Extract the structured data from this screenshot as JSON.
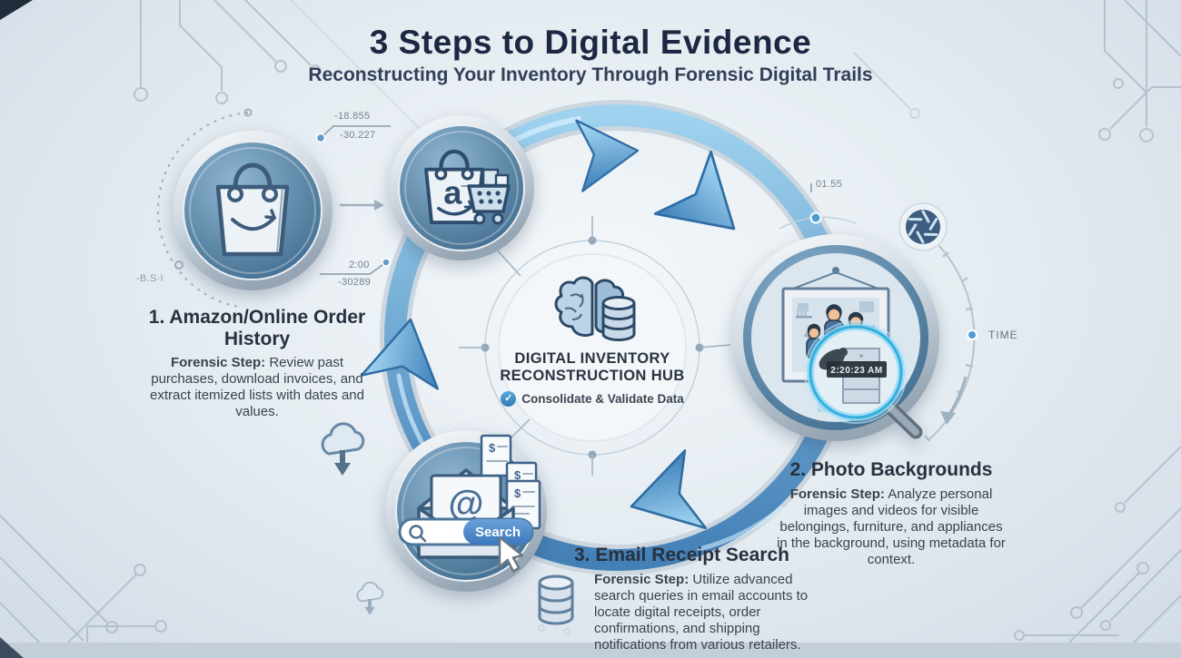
{
  "header": {
    "title": "3 Steps to Digital Evidence",
    "subtitle": "Reconstructing Your Inventory Through Forensic Digital Trails"
  },
  "hub": {
    "name_line1": "DIGITAL INVENTORY",
    "name_line2": "RECONSTRUCTION HUB",
    "check_label": "Consolidate & Validate Data",
    "icon": "brain-database-icon"
  },
  "steps": [
    {
      "heading": "1. Amazon/Online Order History",
      "step_label": "Forensic Step:",
      "description": " Review past purchases, download invoices, and extract itemized lists with dates and values.",
      "icon": "shopping-bag-icon"
    },
    {
      "heading": "2. Photo Backgrounds",
      "step_label": "Forensic Step:",
      "description": " Analyze personal images and videos for visible belongings, furniture, and appliances in the background, using metadata for context.",
      "icon": "family-photo-magnifier-icon"
    },
    {
      "heading": "3. Email Receipt Search",
      "step_label": "Forensic Step:",
      "description": " Utilize advanced search queries in email accounts to locate digital receipts, order confirmations, and shipping notifications from various retailers.",
      "icon": "email-search-icon"
    }
  ],
  "email_node": {
    "search_button": "Search"
  },
  "photo_node": {
    "timestamp": "2:20:23 AM"
  },
  "annotations": {
    "coord_a1": "-18.855",
    "coord_a2": "-30.227",
    "coord_b1": "2:00",
    "coord_b2": "-30289",
    "coord_c": "01.55",
    "dial_label": "TIME",
    "coord_d": "-B.S·I"
  },
  "colors": {
    "title": "#1c2742",
    "ring_blue": "#4684ba",
    "node_blue": "#3a6690",
    "accent_cyan": "#35aede",
    "background": "#e6edf2"
  }
}
